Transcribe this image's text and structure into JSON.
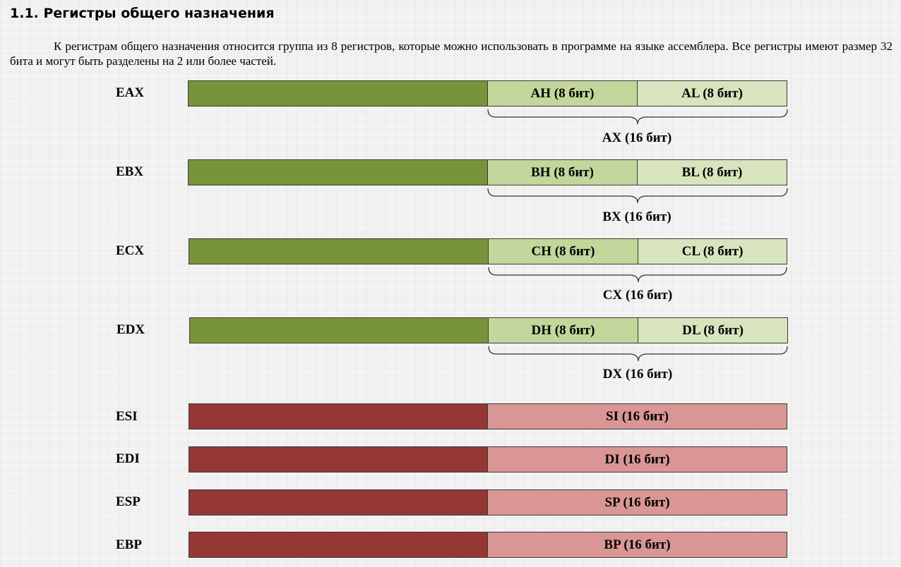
{
  "heading": "1.1. Регистры общего назначения",
  "intro": "К регистрам общего назначения относится группа из 8 регистров, которые можно использовать в программе на языке ассемблера. Все регистры имеют размер 32 бита и могут быть разделены на 2 или более частей.",
  "colors": {
    "data_high": "#77943b",
    "data_byte_high": "#c3d69b",
    "data_byte_low": "#d7e4bd",
    "pointer_high": "#953735",
    "pointer_word": "#d99694"
  },
  "data_registers": [
    {
      "name": "EAX",
      "high_byte": "AH (8 бит)",
      "low_byte": "AL (8 бит)",
      "word": "AX (16 бит)"
    },
    {
      "name": "EBX",
      "high_byte": "BH (8 бит)",
      "low_byte": "BL (8 бит)",
      "word": "BX (16 бит)"
    },
    {
      "name": "ECX",
      "high_byte": "CH (8 бит)",
      "low_byte": "CL (8 бит)",
      "word": "CX (16 бит)"
    },
    {
      "name": "EDX",
      "high_byte": "DH (8 бит)",
      "low_byte": "DL (8 бит)",
      "word": "DX (16 бит)"
    }
  ],
  "index_registers": [
    {
      "name": "ESI",
      "word": "SI (16 бит)"
    },
    {
      "name": "EDI",
      "word": "DI (16 бит)"
    },
    {
      "name": "ESP",
      "word": "SP (16 бит)"
    },
    {
      "name": "EBP",
      "word": "BP (16 бит)"
    }
  ]
}
